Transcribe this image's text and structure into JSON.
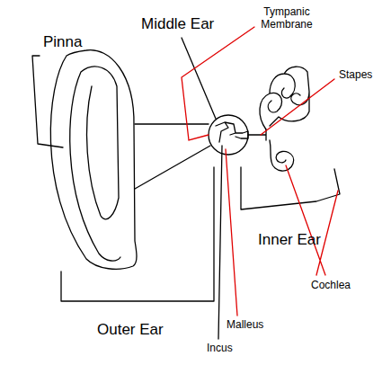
{
  "diagram": {
    "labels": [
      "Middle Ear",
      "Tympanic Membrane",
      "Pinna",
      "Stapes",
      "Inner Ear",
      "Cochlea",
      "Outer Ear",
      "Malleus",
      "Incus"
    ]
  }
}
